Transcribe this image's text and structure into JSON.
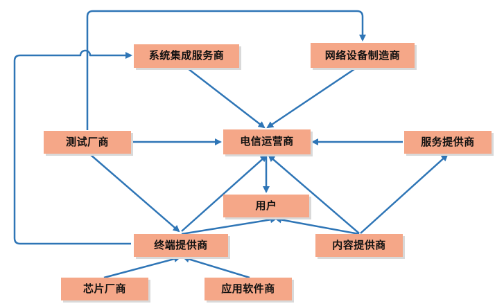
{
  "diagram": {
    "nodes": {
      "xitong": "系统集成服务商",
      "wangluo": "网络设备制造商",
      "ceshi": "测试厂商",
      "dianxin": "电信运营商",
      "fuwu": "服务提供商",
      "yonghu": "用户",
      "zhongduan": "终端提供商",
      "neirong": "内容提供商",
      "xinpian": "芯片厂商",
      "yingyong": "应用软件商"
    },
    "edges": [
      {
        "from": "xitong",
        "to": "dianxin"
      },
      {
        "from": "wangluo",
        "to": "dianxin"
      },
      {
        "from": "ceshi",
        "to": "dianxin"
      },
      {
        "from": "fuwu",
        "to": "dianxin"
      },
      {
        "from": "dianxin",
        "to": "yonghu"
      },
      {
        "from": "ceshi",
        "to": "zhongduan"
      },
      {
        "from": "zhongduan",
        "to": "dianxin"
      },
      {
        "from": "zhongduan",
        "to": "yonghu"
      },
      {
        "from": "neirong",
        "to": "dianxin"
      },
      {
        "from": "neirong",
        "to": "yonghu"
      },
      {
        "from": "neirong",
        "to": "fuwu"
      },
      {
        "from": "xinpian",
        "to": "zhongduan"
      },
      {
        "from": "yingyong",
        "to": "zhongduan"
      },
      {
        "from": "ceshi",
        "to": "wangluo",
        "routing": "elbow-over-top"
      },
      {
        "from": "zhongduan",
        "to": "xitong",
        "routing": "elbow-left-loop"
      }
    ],
    "colors": {
      "node_fill": "#f5a788",
      "edge": "#2e75b6"
    }
  }
}
